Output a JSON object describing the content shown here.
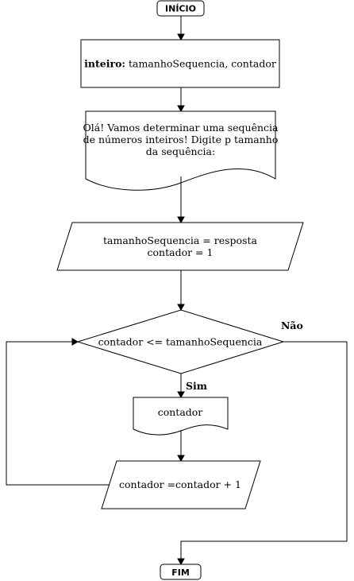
{
  "nodes": {
    "start": {
      "label": "INÍCIO"
    },
    "declare": {
      "type_keyword": "inteiro:",
      "variables": " tamanhoSequencia, contador"
    },
    "prompt": {
      "lines": [
        "Olá! Vamos determinar uma sequência",
        "de números inteiros! Digite p tamanho",
        "da sequência:"
      ]
    },
    "assign": {
      "lines": [
        "tamanhoSequencia = resposta",
        "contador = 1"
      ]
    },
    "decision": {
      "label": "contador <= tamanhoSequencia"
    },
    "output": {
      "label": "contador"
    },
    "increment": {
      "label": "contador =contador + 1"
    },
    "end": {
      "label": "FIM"
    }
  },
  "edges": {
    "yes_label": "Sim",
    "no_label": "Não"
  }
}
